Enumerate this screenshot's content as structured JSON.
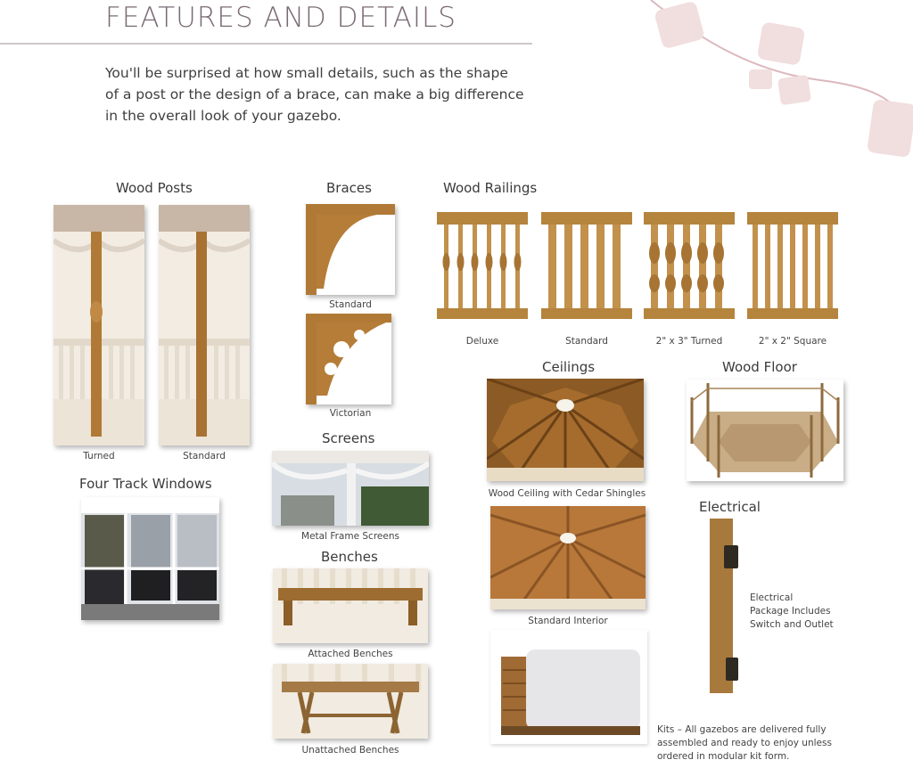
{
  "title": "FEATURES AND DETAILS",
  "intro": "You'll be surprised at how small details, such as the shape of a post or the design of a brace, can make a big difference in the overall look of your gazebo.",
  "sections": {
    "wood_posts": {
      "heading": "Wood Posts",
      "items": [
        "Turned",
        "Standard"
      ]
    },
    "braces": {
      "heading": "Braces",
      "items": [
        "Standard",
        "Victorian"
      ]
    },
    "wood_railings": {
      "heading": "Wood Railings",
      "items": [
        "Deluxe",
        "Standard",
        "2\" x 3\" Turned",
        "2\" x 2\" Square"
      ]
    },
    "ceilings": {
      "heading": "Ceilings",
      "items": [
        "Wood Ceiling with Cedar Shingles",
        "Standard Interior"
      ]
    },
    "wood_floor": {
      "heading": "Wood Floor"
    },
    "screens": {
      "heading": "Screens",
      "items": [
        "Metal Frame Screens"
      ]
    },
    "four_track_windows": {
      "heading": "Four Track Windows"
    },
    "benches": {
      "heading": "Benches",
      "items": [
        "Attached Benches",
        "Unattached Benches"
      ]
    },
    "electrical": {
      "heading": "Electrical",
      "note": "Electrical Package Includes Switch and Outlet"
    },
    "kits": {
      "note": "Kits – All gazebos are delivered fully assembled and ready to enjoy unless ordered in modular kit form."
    }
  },
  "colors": {
    "title": "#7a6a75",
    "wood": "#b5843d",
    "decor": "#e8d2d2"
  }
}
